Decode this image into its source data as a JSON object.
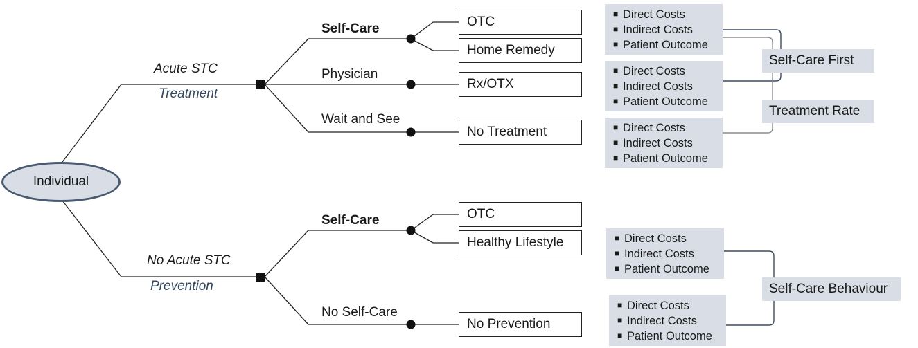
{
  "root": {
    "label": "Individual"
  },
  "branches": {
    "acute": {
      "condition": "Acute STC",
      "goal": "Treatment"
    },
    "no_acute": {
      "condition": "No Acute STC",
      "goal": "Prevention"
    }
  },
  "acute_options": {
    "self_care": "Self-Care",
    "physician": "Physician",
    "wait_and_see": "Wait and See"
  },
  "acute_outcomes": {
    "otc": "OTC",
    "home_remedy": "Home Remedy",
    "rx_otx": "Rx/OTX",
    "no_treatment": "No Treatment"
  },
  "prevention_options": {
    "self_care": "Self-Care",
    "no_self_care": "No Self-Care"
  },
  "prevention_outcomes": {
    "otc": "OTC",
    "healthy_lifestyle": "Healthy Lifestyle",
    "no_prevention": "No Prevention"
  },
  "cost_items": [
    "Direct Costs",
    "Indirect Costs",
    "Patient Outcome"
  ],
  "metrics": {
    "self_care_first": "Self-Care First",
    "treatment_rate": "Treatment Rate",
    "self_care_behaviour": "Self-Care Behaviour"
  },
  "colors": {
    "box_fill": "#d9dee6",
    "ellipse_border": "#4a5a70",
    "connector": "#3b4a60",
    "branch_line": "#222222"
  }
}
